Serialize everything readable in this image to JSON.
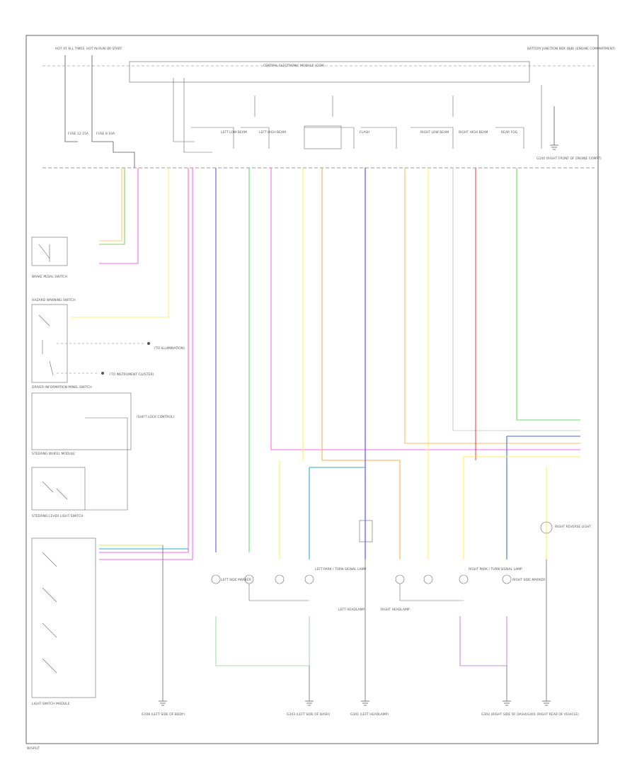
{
  "colors": {
    "frame": "#555555",
    "green": "#33cc33",
    "pink": "#ff44ee",
    "yellow": "#ffee44",
    "blue": "#4444ff",
    "orange": "#ffaa55",
    "red": "#ff3333",
    "gray_wire": "#aaaaaa",
    "violet": "#8844ff",
    "dark_blue": "#2244cc",
    "cyan": "#33aacc",
    "light_green": "#77dd55"
  },
  "labels": {
    "top_left_1": "HOT AT ALL TIMES",
    "top_left_2": "HOT IN RUN OR START",
    "top_right": "BATTERY JUNCTION BOX (BJB) (ENGINE COMPARTMENT)",
    "module_top": "CENTRAL ELECTRONIC MODULE (CEM)",
    "brake_switch": "BRAKE PEDAL SWITCH",
    "hazard_switch": "HAZARD WARNING SWITCH",
    "hazard_note_1": "(TO ILLUMINATION)",
    "hazard_note_2": "(TO INSTRUMENT CLUSTER)",
    "driver_info": "DRIVER INFORMATION PANEL SWITCH",
    "driver_info_note": "(SHIFT LOCK CONTROL)",
    "steering_wheel": "STEERING WHEEL MODULE",
    "steering_lever": "STEERING LEVER LIGHT SWITCH",
    "light_switch": "LIGHT SWITCH MODULE",
    "left_headlamp": "LEFT HEADLAMP",
    "right_headlamp": "RIGHT HEADLAMP",
    "right_reverse": "RIGHT REVERSE LIGHT",
    "bottom_left_mark": "W/SPLIT",
    "ground_1": "G108 (LEFT SIDE OF BODY)",
    "ground_2": "G203 (LEFT SIDE OF DASH)",
    "ground_3": "G301 (LEFT HEADLAMP)",
    "ground_4": "G302 (RIGHT SIDE OF DASH)",
    "ground_5": "G401 (RIGHT REAR OF VEHICLE)",
    "fuse_label": "FUSE 12 15A",
    "fuse_label_2": "FUSE 8 10A",
    "relay_1": "LEFT LOW BEAM",
    "relay_2": "LEFT HIGH BEAM",
    "relay_3": "FLASH",
    "relay_4": "RIGHT LOW BEAM",
    "relay_5": "RIGHT HIGH BEAM",
    "relay_6": "REAR FOG",
    "ground_right": "G100 (RIGHT FRONT OF ENGINE COMPT)",
    "left_lamps": "LEFT PARK / TURN SIGNAL LAMP",
    "right_lamps": "RIGHT PARK / TURN SIGNAL LAMP",
    "left_lamp_group": "LEFT SIDE MARKER",
    "right_lamp_group": "RIGHT SIDE MARKER"
  }
}
